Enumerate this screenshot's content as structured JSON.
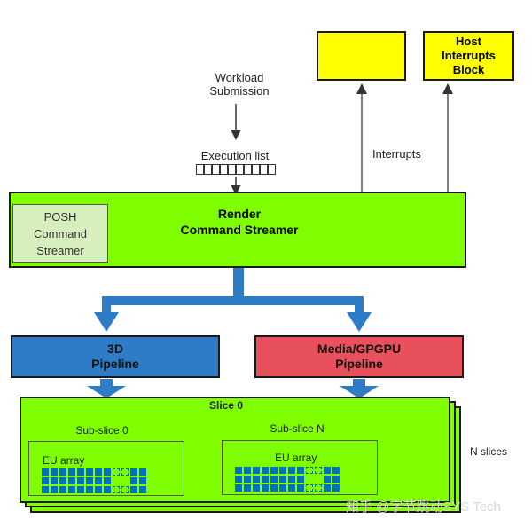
{
  "workload": {
    "line1": "Workload",
    "line2": "Submission"
  },
  "exec_list": {
    "label": "Execution list",
    "cells": 10
  },
  "interrupts": {
    "label": "Interrupts"
  },
  "host_block": {
    "line1": "Host",
    "line2": "Interrupts",
    "line3": "Block"
  },
  "posh": {
    "line1": "POSH",
    "line2": "Command",
    "line3": "Streamer"
  },
  "render": {
    "line1": "Render",
    "line2": "Command Streamer"
  },
  "pipeline_3d": {
    "line1": "3D",
    "line2": "Pipeline",
    "color": "#2e7cc7"
  },
  "pipeline_media": {
    "line1": "Media/GPGPU",
    "line2": "Pipeline",
    "color": "#e8505b"
  },
  "slice": {
    "title": "Slice 0",
    "n_slices": "N slices"
  },
  "subslice0": {
    "label": "Sub-slice 0",
    "eu": "EU array"
  },
  "subsliceN": {
    "label": "Sub-slice N",
    "eu": "EU array"
  },
  "watermark": "知乎 @字节跳动SYS Tech",
  "colors": {
    "green": "#80ff00",
    "yellow": "#ffff00",
    "blue_arrow": "#2e7cc7",
    "eu": "#0070c0"
  }
}
